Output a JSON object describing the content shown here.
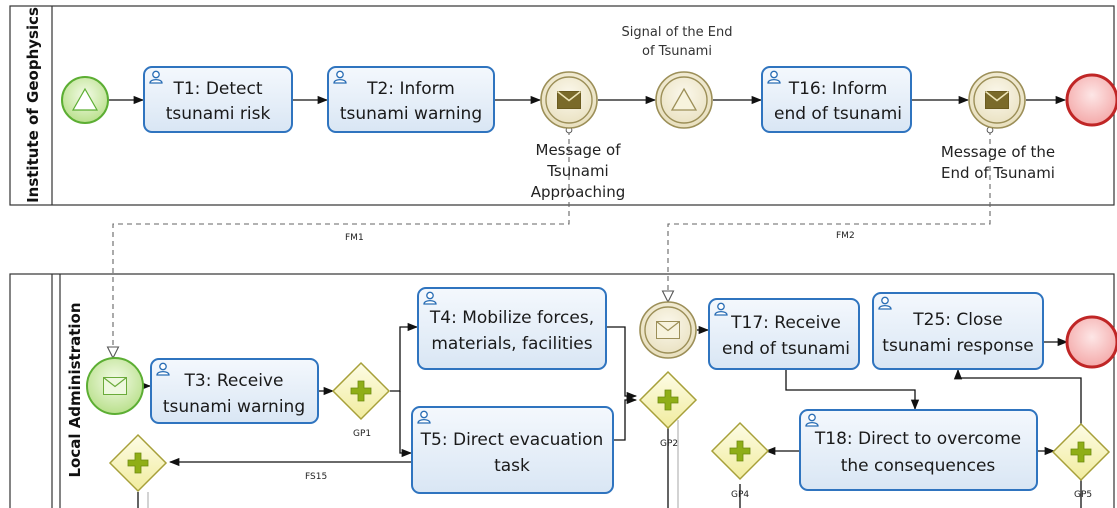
{
  "lanes": {
    "top": "Institute of Geophysics",
    "bottom": "Local Administration"
  },
  "tasks": {
    "t1": [
      "T1: Detect",
      "tsunami risk"
    ],
    "t2": [
      "T2: Inform",
      "tsunami warning"
    ],
    "t16": [
      "T16: Inform",
      "end of tsunami"
    ],
    "t3": [
      "T3: Receive",
      "tsunami warning"
    ],
    "t4": [
      "T4: Mobilize forces,",
      "materials, facilities"
    ],
    "t5": [
      "T5: Direct evacuation",
      "task"
    ],
    "t17": [
      "T17: Receive",
      "end of tsunami"
    ],
    "t25": [
      "T25: Close",
      "tsunami response"
    ],
    "t18": [
      "T18: Direct to overcome",
      "the consequences"
    ]
  },
  "event_labels": {
    "signal_end": [
      "Signal of the End",
      "of Tsunami"
    ],
    "msg_approaching": [
      "Message of",
      "Tsunami",
      "Approaching"
    ],
    "msg_end": [
      "Message of the",
      "End of Tsunami"
    ]
  },
  "flow_labels": {
    "fm1": "FM1",
    "fm2": "FM2",
    "fs15": "FS15"
  },
  "gateway_labels": {
    "gp1": "GP1",
    "gp2": "GP2",
    "gp4": "GP4",
    "gp5": "GP5"
  }
}
